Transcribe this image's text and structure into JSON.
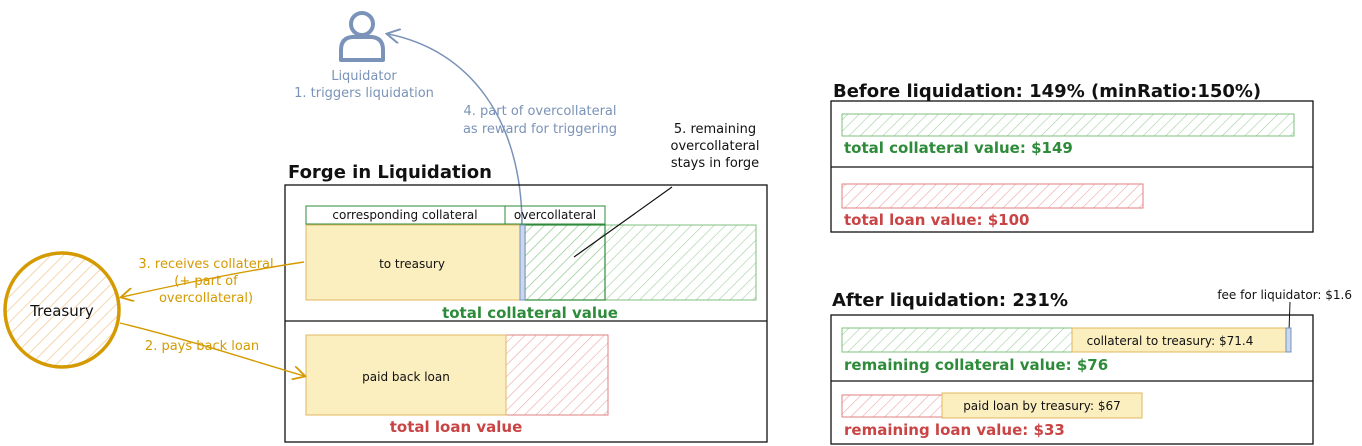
{
  "liquidator": {
    "label": "Liquidator",
    "step1": "1. triggers liquidation",
    "step4_line1": "4. part of overcollateral",
    "step4_line2": "as reward for triggering"
  },
  "forge": {
    "title": "Forge in Liquidation",
    "corresponding_collateral": "corresponding collateral",
    "overcollateral": "overcollateral",
    "to_treasury": "to treasury",
    "total_collateral_value": "total collateral value",
    "paid_back_loan": "paid back loan",
    "total_loan_value": "total loan value",
    "step5_line1": "5. remaining",
    "step5_line2": "overcollateral",
    "step5_line3": "stays in forge"
  },
  "treasury": {
    "label": "Treasury",
    "step3_line1": "3. receives collateral",
    "step3_line2": "(+ part of",
    "step3_line3": "overcollateral)",
    "step2": "2. pays back loan"
  },
  "before": {
    "title": "Before liquidation: 149% (minRatio:150%)",
    "collateral_label": "total collateral value: $149",
    "loan_label": "total loan value: $100"
  },
  "after": {
    "title": "After liquidation: 231%",
    "fee_label": "fee for liquidator: $1.6",
    "collateral_to_treasury": "collateral to treasury: $71.4",
    "remaining_collateral": "remaining collateral value: $76",
    "paid_by_treasury": "paid loan by treasury: $67",
    "remaining_loan": "remaining loan value: $33"
  },
  "colors": {
    "green": "#2e8b3a",
    "red": "#c94545",
    "gold": "#d49a00",
    "blue": "#7b93b8",
    "collateral_fill": "#fbeebf",
    "hatch_green": "#8cc48c",
    "hatch_red": "#e39a9a",
    "hatch_gold": "#f2c28a"
  }
}
